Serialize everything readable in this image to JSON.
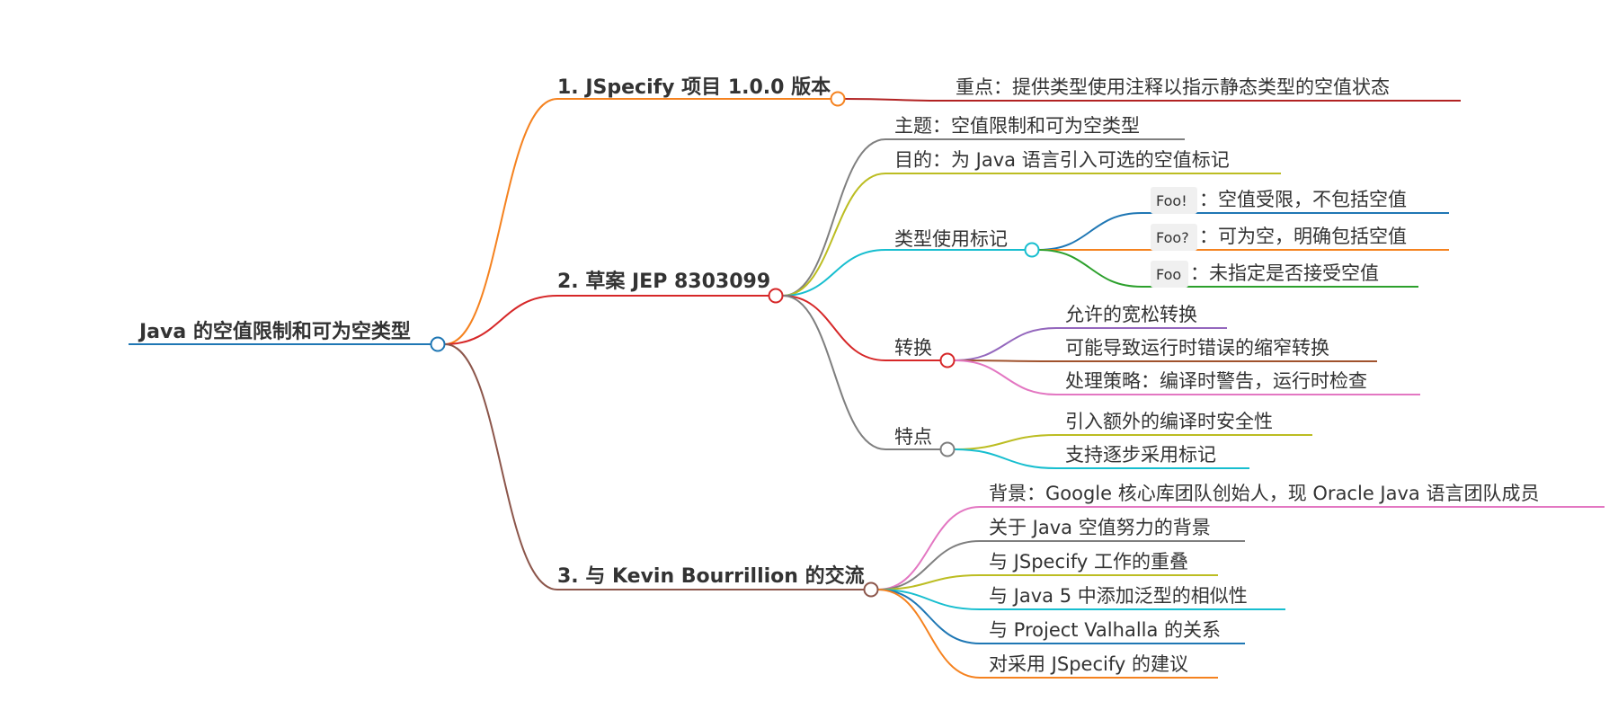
{
  "root": {
    "label": "Java 的空值限制和可为空类型"
  },
  "branches": [
    {
      "id": "b1",
      "label": "1. JSpecify 项目 1.0.0 版本",
      "color": "#f5821f",
      "children": [
        {
          "id": "b1c1",
          "label": "重点：提供类型使用注释以指示静态类型的空值状态",
          "color": "#b22222"
        }
      ]
    },
    {
      "id": "b2",
      "label": "2. 草案 JEP 8303099",
      "color": "#d62728",
      "children": [
        {
          "id": "b2c1",
          "label": "主题：空值限制和可为空类型",
          "color": "#7f7f7f"
        },
        {
          "id": "b2c2",
          "label": "目的：为 Java 语言引入可选的空值标记",
          "color": "#bcbd22"
        },
        {
          "id": "b2c3",
          "label": "类型使用标记",
          "color": "#17becf",
          "children": [
            {
              "id": "b2c3a",
              "code": "Foo!",
              "label": "：空值受限，不包括空值",
              "color": "#1f77b4"
            },
            {
              "id": "b2c3b",
              "code": "Foo?",
              "label": "：可为空，明确包括空值",
              "color": "#f5821f"
            },
            {
              "id": "b2c3c",
              "code": "Foo",
              "label": "：未指定是否接受空值",
              "color": "#2ca02c"
            }
          ]
        },
        {
          "id": "b2c4",
          "label": "转换",
          "color": "#d62728",
          "children": [
            {
              "id": "b2c4a",
              "label": "允许的宽松转换",
              "color": "#9467bd"
            },
            {
              "id": "b2c4b",
              "label": "可能导致运行时错误的缩窄转换",
              "color": "#a0522d"
            },
            {
              "id": "b2c4c",
              "label": "处理策略：编译时警告，运行时检查",
              "color": "#e377c2"
            }
          ]
        },
        {
          "id": "b2c5",
          "label": "特点",
          "color": "#7f7f7f",
          "children": [
            {
              "id": "b2c5a",
              "label": "引入额外的编译时安全性",
              "color": "#bcbd22"
            },
            {
              "id": "b2c5b",
              "label": "支持逐步采用标记",
              "color": "#17becf"
            }
          ]
        }
      ]
    },
    {
      "id": "b3",
      "label": "3. 与 Kevin Bourrillion 的交流",
      "color": "#8c564b",
      "children": [
        {
          "id": "b3c1",
          "label": "背景：Google 核心库团队创始人，现 Oracle Java 语言团队成员",
          "color": "#e377c2"
        },
        {
          "id": "b3c2",
          "label": "关于 Java 空值努力的背景",
          "color": "#7f7f7f"
        },
        {
          "id": "b3c3",
          "label": "与 JSpecify 工作的重叠",
          "color": "#bcbd22"
        },
        {
          "id": "b3c4",
          "label": "与 Java 5 中添加泛型的相似性",
          "color": "#17becf"
        },
        {
          "id": "b3c5",
          "label": "与 Project Valhalla 的关系",
          "color": "#1f77b4"
        },
        {
          "id": "b3c6",
          "label": "对采用 JSpecify 的建议",
          "color": "#f5821f"
        }
      ]
    }
  ],
  "colors": {
    "root": "#1f77b4",
    "text": "#333333"
  }
}
